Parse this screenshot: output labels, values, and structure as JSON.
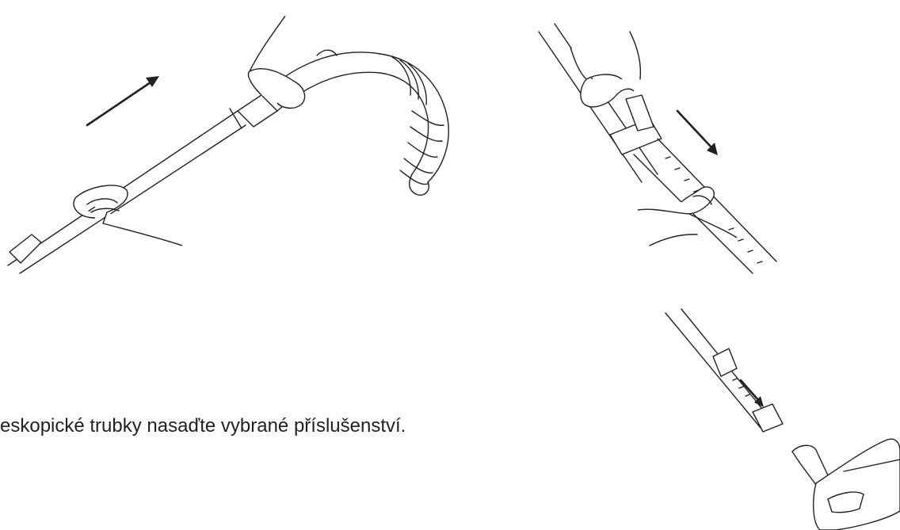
{
  "instruction": {
    "text": "eskopické trubky nasaďte vybrané příslušenství."
  },
  "illustrations": [
    {
      "name": "hose-handle-into-tube",
      "icon": "hand-inserting-hose-handle"
    },
    {
      "name": "telescopic-tube-extend",
      "icon": "hand-extending-telescopic-tube"
    },
    {
      "name": "attach-floor-nozzle",
      "icon": "floor-brush-attachment"
    }
  ]
}
